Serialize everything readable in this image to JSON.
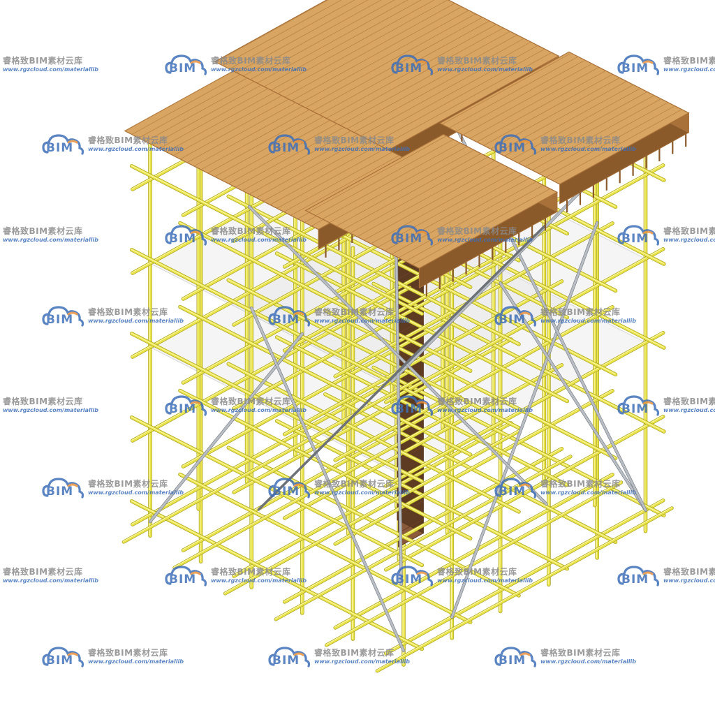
{
  "diagram": {
    "colors": {
      "tube": "#e9e34a",
      "tube_dark": "#a8a020",
      "tube_light": "#fbf7a8",
      "brace": "#b9bec4",
      "brace_dark": "#7d838a",
      "rod": "#6d7278",
      "deck": "#d9a562",
      "deck_dark": "#a9713a",
      "deck_side": "#8a5a2a",
      "plank_line": "#b98446",
      "column": "#8b5a3a",
      "column_dark": "#5d3a22",
      "net": "#dcdcdc"
    }
  },
  "watermark": {
    "brand": "睿格致BIM素材云库",
    "logo_text": "BIM",
    "url": "www.rgzcloud.com/materiallib",
    "colors": {
      "blue": "#3f6fb8",
      "orange": "#e8913a",
      "gray": "#8a8a8a"
    }
  }
}
